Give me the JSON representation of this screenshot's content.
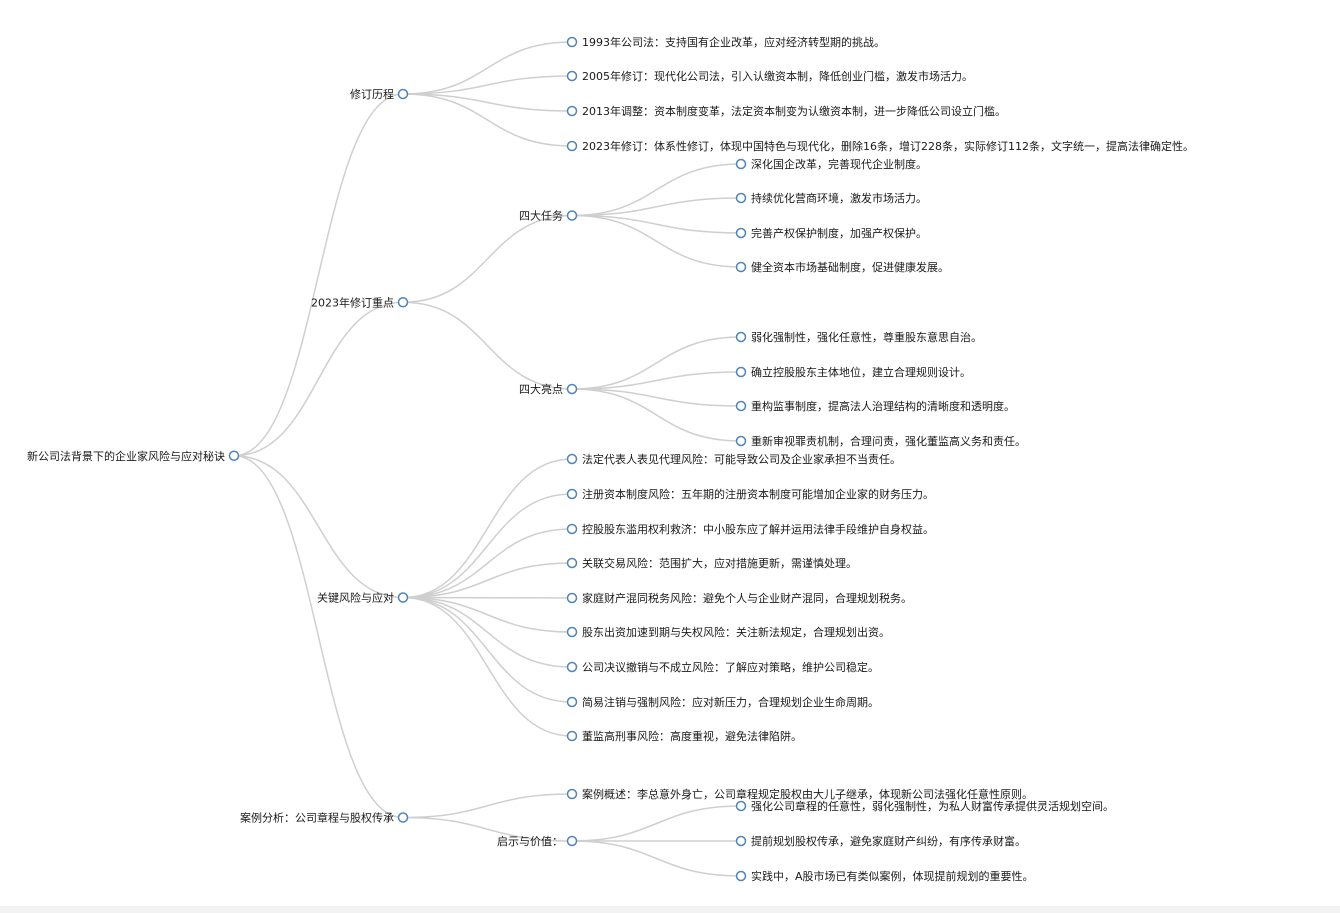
{
  "root": {
    "label": "新公司法背景下的企业家风险与应对秘诀",
    "children": [
      {
        "label": "修订历程",
        "children": [
          {
            "label": "1993年公司法：支持国有企业改革，应对经济转型期的挑战。"
          },
          {
            "label": "2005年修订：现代化公司法，引入认缴资本制，降低创业门槛，激发市场活力。"
          },
          {
            "label": "2013年调整：资本制度变革，法定资本制变为认缴资本制，进一步降低公司设立门槛。"
          },
          {
            "label": "2023年修订：体系性修订，体现中国特色与现代化，删除16条，增订228条，实际修订112条，文字统一，提高法律确定性。"
          }
        ]
      },
      {
        "label": "2023年修订重点",
        "children": [
          {
            "label": "四大任务",
            "children": [
              {
                "label": "深化国企改革，完善现代企业制度。"
              },
              {
                "label": "持续优化营商环境，激发市场活力。"
              },
              {
                "label": "完善产权保护制度，加强产权保护。"
              },
              {
                "label": "健全资本市场基础制度，促进健康发展。"
              }
            ]
          },
          {
            "label": "四大亮点",
            "children": [
              {
                "label": "弱化强制性，强化任意性，尊重股东意思自治。"
              },
              {
                "label": "确立控股股东主体地位，建立合理规则设计。"
              },
              {
                "label": "重构监事制度，提高法人治理结构的清晰度和透明度。"
              },
              {
                "label": "重新审视罪责机制，合理问责，强化董监高义务和责任。"
              }
            ]
          }
        ]
      },
      {
        "label": "关键风险与应对",
        "children": [
          {
            "label": "法定代表人表见代理风险：可能导致公司及企业家承担不当责任。"
          },
          {
            "label": "注册资本制度风险：五年期的注册资本制度可能增加企业家的财务压力。"
          },
          {
            "label": "控股股东滥用权利救济：中小股东应了解并运用法律手段维护自身权益。"
          },
          {
            "label": "关联交易风险：范围扩大，应对措施更新，需谨慎处理。"
          },
          {
            "label": "家庭财产混同税务风险：避免个人与企业财产混同，合理规划税务。"
          },
          {
            "label": "股东出资加速到期与失权风险：关注新法规定，合理规划出资。"
          },
          {
            "label": "公司决议撤销与不成立风险：了解应对策略，维护公司稳定。"
          },
          {
            "label": "简易注销与强制风险：应对新压力，合理规划企业生命周期。"
          },
          {
            "label": "董监高刑事风险：高度重视，避免法律陷阱。"
          }
        ]
      },
      {
        "label": "案例分析：公司章程与股权传承",
        "children": [
          {
            "label": "案例概述：李总意外身亡，公司章程规定股权由大儿子继承，体现新公司法强化任意性原则。"
          },
          {
            "label": "启示与价值：",
            "children": [
              {
                "label": "强化公司章程的任意性，弱化强制性，为私人财富传承提供灵活规划空间。"
              },
              {
                "label": "提前规划股权传承，避免家庭财产纠纷，有序传承财富。"
              },
              {
                "label": "实践中，A股市场已有类似案例，体现提前规划的重要性。"
              }
            ]
          }
        ]
      }
    ]
  }
}
